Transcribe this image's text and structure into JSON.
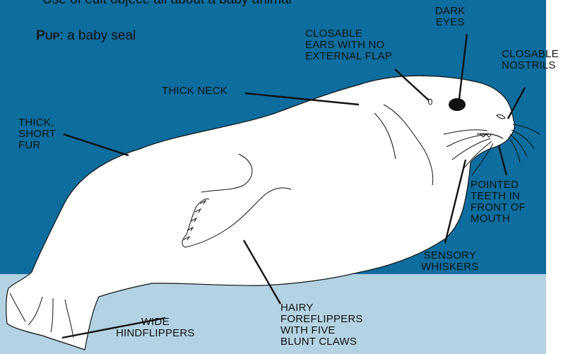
{
  "top_text": "Use of edit object: all about a baby animal",
  "caption": {
    "term_initial": "P",
    "term_rest": "UP",
    "definition": ": a baby seal"
  },
  "labels": {
    "dark_eyes": [
      "DARK",
      "EYES"
    ],
    "closable_ears": [
      "CLOSABLE",
      "EARS WITH NO",
      "EXTERNAL FLAP"
    ],
    "closable_nostrils": [
      "CLOSABLE",
      "NOSTRILS"
    ],
    "thick_neck": [
      "THICK NECK"
    ],
    "thick_fur": [
      "THICK,",
      "SHORT",
      "FUR"
    ],
    "pointed_teeth": [
      "POINTED",
      "TEETH IN",
      "FRONT OF",
      "MOUTH"
    ],
    "sensory_whiskers": [
      "SENSORY",
      "WHISKERS"
    ],
    "foreflippers": [
      "HAIRY",
      "FOREFLIPPERS",
      "WITH FIVE",
      "BLUNT CLAWS"
    ],
    "hindflippers": [
      "WIDE",
      "HINDFLIPPERS"
    ]
  },
  "colors": {
    "water": "#0c6d9e",
    "ice": "#b3d3e2",
    "seal": "#ffffff",
    "outline": "#111111"
  }
}
